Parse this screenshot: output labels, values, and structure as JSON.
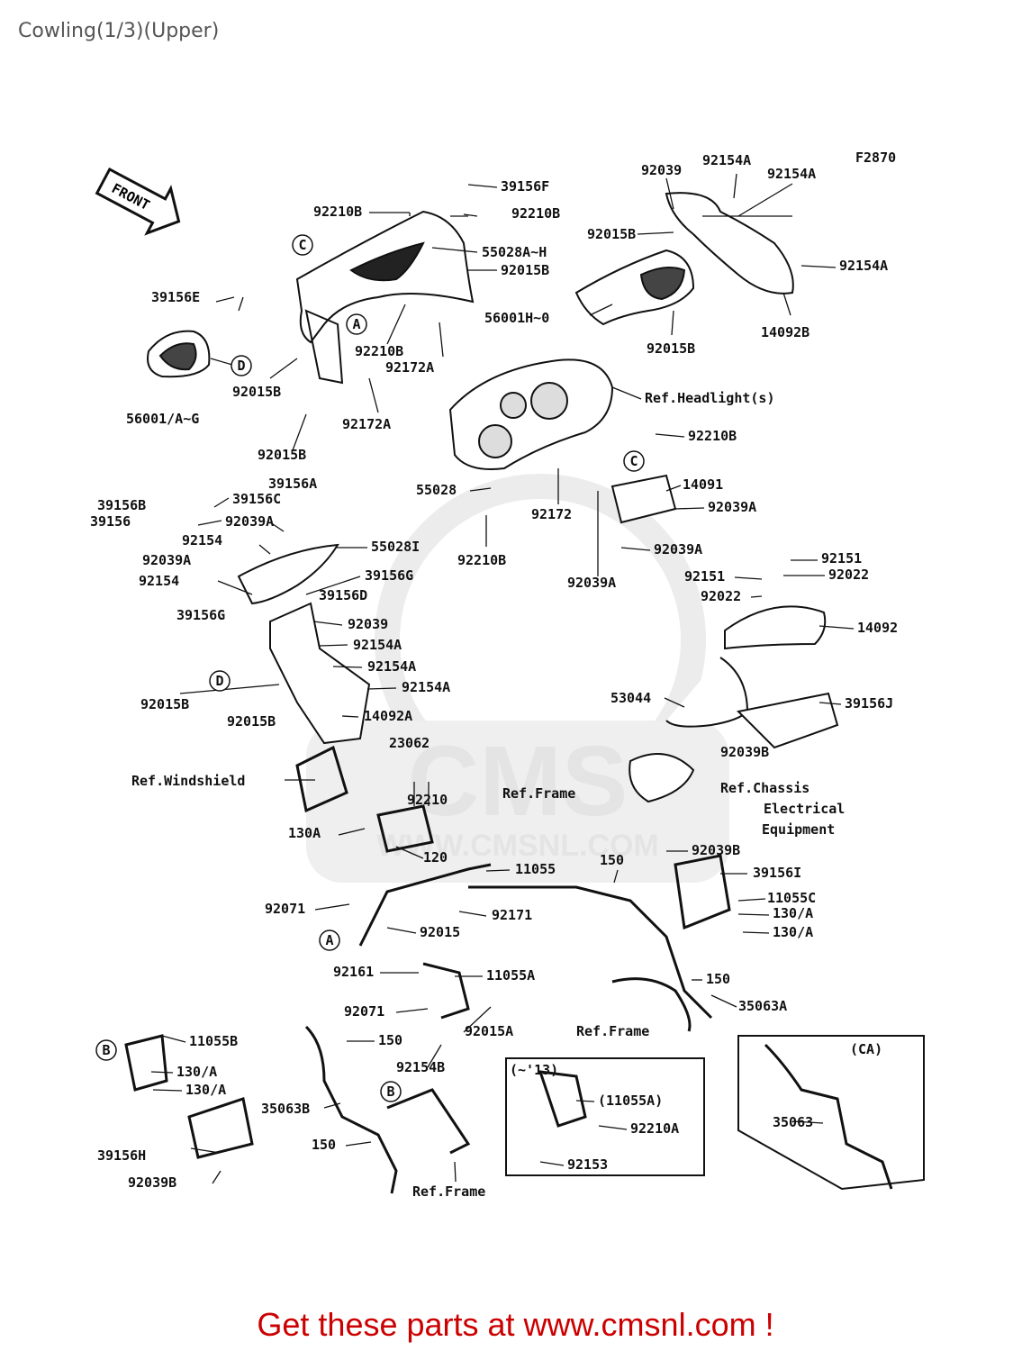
{
  "page": {
    "title": "Cowling(1/3)(Upper)"
  },
  "diagram": {
    "code": "F2870",
    "front_label": "FRONT",
    "watermark": {
      "text": "CMS",
      "url": "WWW.CMSNL.COM"
    },
    "labels": [
      "39156F",
      "92210B",
      "92210B",
      "55028A~H",
      "92015B",
      "39156E",
      "56001/A~G",
      "92015B",
      "92015B",
      "92210B",
      "92172A",
      "92172A",
      "92015B",
      "92154A",
      "92154A",
      "92039",
      "56001H~0",
      "92015B",
      "92154A",
      "14092B",
      "Ref.Headlight(s)",
      "92210B",
      "55028",
      "92172",
      "92210B",
      "92039A",
      "14091",
      "92039A",
      "92039A",
      "39156A",
      "39156B",
      "39156C",
      "39156",
      "92039A",
      "92154",
      "55028I",
      "92039A",
      "92154",
      "39156G",
      "39156D",
      "39156G",
      "92039",
      "92154A",
      "92154A",
      "92154A",
      "14092A",
      "92015B",
      "92015B",
      "92151",
      "92151",
      "92022",
      "92022",
      "14092",
      "53044",
      "39156J",
      "92039B",
      "Ref.Chassis",
      "Electrical",
      "Equipment",
      "Ref.Frame",
      "23062",
      "92210",
      "Ref.Windshield",
      "130A",
      "120",
      "11055",
      "150",
      "92071",
      "92171",
      "92015",
      "92039B",
      "39156I",
      "11055C",
      "130/A",
      "130/A",
      "92161",
      "11055A",
      "92071",
      "92015A",
      "150",
      "35063A",
      "Ref.Frame",
      "150",
      "92154B",
      "11055B",
      "130/A",
      "130/A",
      "39156H",
      "92039B",
      "35063B",
      "150",
      "Ref.Frame",
      "(~'13)",
      "(11055A)",
      "92210A",
      "92153",
      "(CA)",
      "35063"
    ],
    "callouts": [
      "C",
      "A",
      "D",
      "C",
      "D",
      "A",
      "B",
      "B"
    ]
  },
  "footer": {
    "text": "Get these parts at www.cmsnl.com !",
    "color": "#cc0000"
  }
}
